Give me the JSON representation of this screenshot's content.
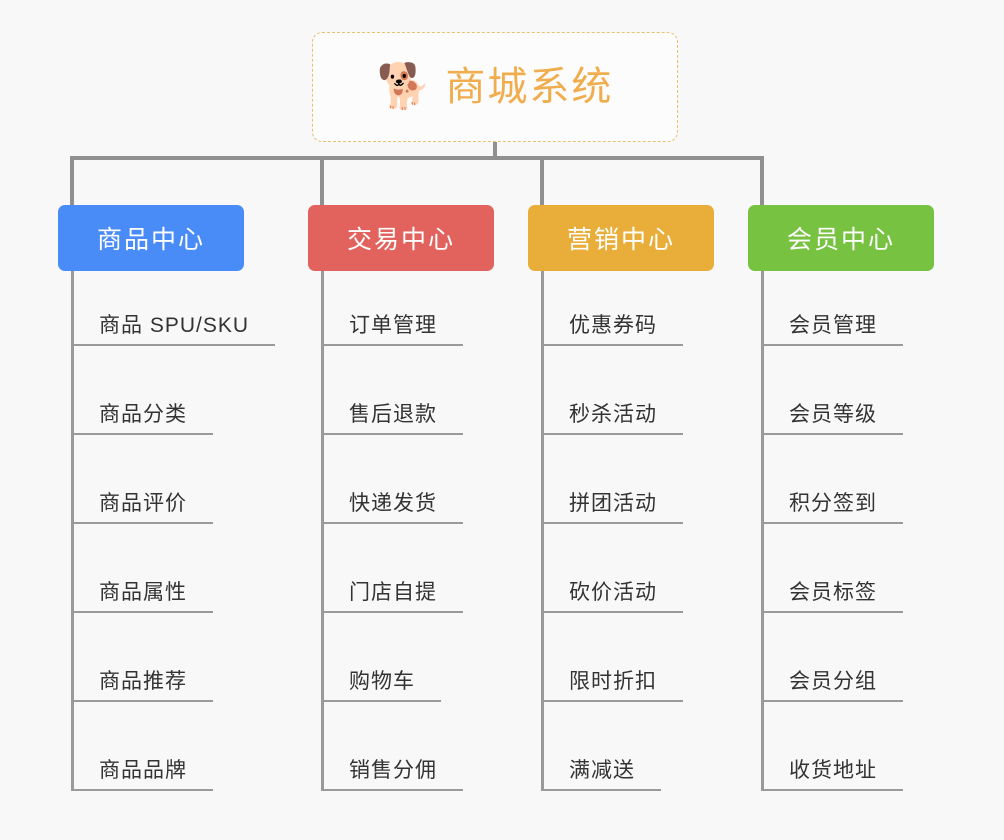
{
  "diagram": {
    "type": "org-chart",
    "background_color": "#f8f8f8",
    "connector_color": "#909090"
  },
  "root": {
    "icon": "shiba-dog-face-emoji",
    "emoji": "🐕",
    "title": "商城系统",
    "border_color": "#e8c070",
    "text_color": "#f0ad4e"
  },
  "categories": [
    {
      "id": "product-center",
      "label": "商品中心",
      "color": "#4a8cf7",
      "items": [
        {
          "label": "商品 SPU/SKU"
        },
        {
          "label": "商品分类"
        },
        {
          "label": "商品评价"
        },
        {
          "label": "商品属性"
        },
        {
          "label": "商品推荐"
        },
        {
          "label": "商品品牌"
        }
      ]
    },
    {
      "id": "trade-center",
      "label": "交易中心",
      "color": "#e2625e",
      "items": [
        {
          "label": "订单管理"
        },
        {
          "label": "售后退款"
        },
        {
          "label": "快递发货"
        },
        {
          "label": "门店自提"
        },
        {
          "label": "购物车"
        },
        {
          "label": "销售分佣"
        }
      ]
    },
    {
      "id": "marketing-center",
      "label": "营销中心",
      "color": "#e9ae39",
      "items": [
        {
          "label": "优惠券码"
        },
        {
          "label": "秒杀活动"
        },
        {
          "label": "拼团活动"
        },
        {
          "label": "砍价活动"
        },
        {
          "label": "限时折扣"
        },
        {
          "label": "满减送"
        }
      ]
    },
    {
      "id": "member-center",
      "label": "会员中心",
      "color": "#77c240",
      "items": [
        {
          "label": "会员管理"
        },
        {
          "label": "会员等级"
        },
        {
          "label": "积分签到"
        },
        {
          "label": "会员标签"
        },
        {
          "label": "会员分组"
        },
        {
          "label": "收货地址"
        }
      ]
    }
  ]
}
